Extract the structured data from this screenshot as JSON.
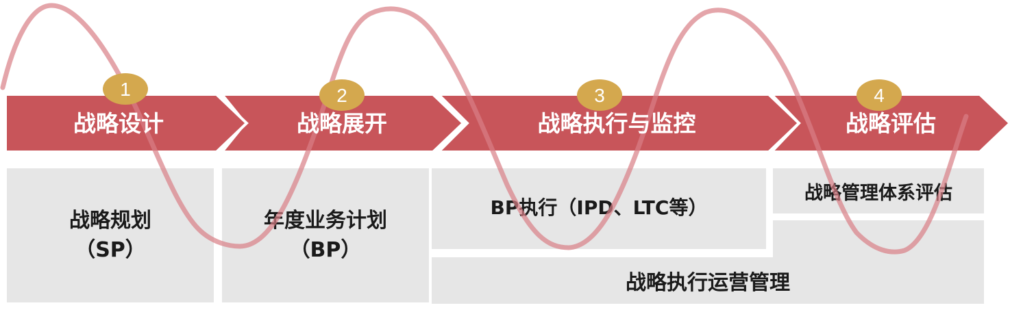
{
  "colors": {
    "arrow_fill": "#c8555a",
    "arrow_border": "#ffffff",
    "badge_fill": "#d4a84e",
    "wave_stroke": "#d87f86",
    "box_fill": "#e6e6e6",
    "text_dark": "#1a1a1a",
    "text_light": "#ffffff"
  },
  "stages": [
    {
      "number": "1",
      "label": "战略设计"
    },
    {
      "number": "2",
      "label": "战略展开"
    },
    {
      "number": "3",
      "label": "战略执行与监控"
    },
    {
      "number": "4",
      "label": "战略评估"
    }
  ],
  "boxes": {
    "sp": {
      "line1": "战略规划",
      "line2": "（SP）"
    },
    "bp": {
      "line1": "年度业务计划",
      "line2": "（BP）"
    },
    "exec": {
      "text": "BP执行（IPD、LTC等）"
    },
    "ops": {
      "text": "战略执行运营管理"
    },
    "eval_sys": {
      "text": "战略管理体系评估"
    }
  }
}
